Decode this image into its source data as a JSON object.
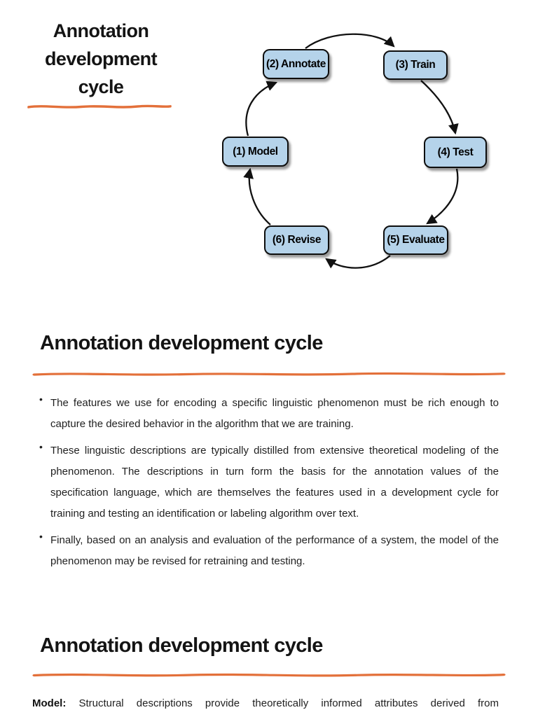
{
  "accent": "#E3703A",
  "bullet_char": "•",
  "title_panel": {
    "line1": "Annotation",
    "line2": "development",
    "line3": "cycle"
  },
  "diagram": {
    "node_fill": "#B5D3EA",
    "node_border": "#0D0D0D",
    "arrow_color": "#111111",
    "cycle_order": [
      "(1) Model",
      "(2) Annotate",
      "(3) Train",
      "(4) Test",
      "(5) Evaluate",
      "(6) Revise"
    ],
    "nodes": [
      {
        "id": "model",
        "label": "(1) Model"
      },
      {
        "id": "annotate",
        "label": "(2) Annotate"
      },
      {
        "id": "train",
        "label": "(3) Train"
      },
      {
        "id": "test",
        "label": "(4) Test"
      },
      {
        "id": "evaluate",
        "label": "(5) Evaluate"
      },
      {
        "id": "revise",
        "label": "(6) Revise"
      }
    ]
  },
  "section_cycle": {
    "heading": "Annotation development cycle",
    "bullets": [
      "The features we use for encoding a specific linguistic phenomenon must be rich enough to capture the desired behavior in the algorithm that we are training.",
      "These linguistic descriptions are typically distilled from extensive theoretical modeling of the phenomenon. The descriptions in turn form the basis for the annotation values of the specification language, which are themselves the features used in a development cycle for training and testing an identification or labeling algorithm over text.",
      "Finally, based on an analysis and evaluation of the performance of a system, the model of the phenomenon may be revised for retraining and testing."
    ]
  },
  "section_model": {
    "heading": "Annotation development cycle",
    "term": "Model:",
    "body": "Structural descriptions provide theoretically informed attributes derived from"
  }
}
